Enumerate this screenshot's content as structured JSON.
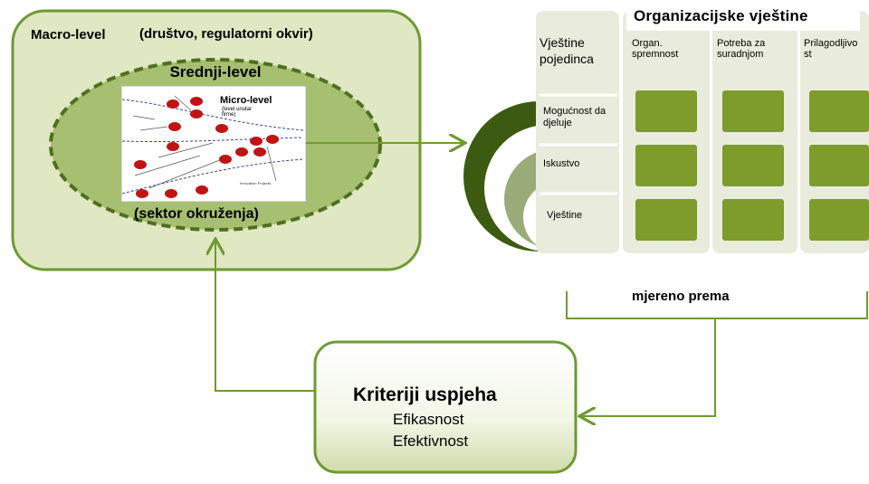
{
  "macro": {
    "title": "Macro-level",
    "subtitle": "(društvo, regulatorni okvir)"
  },
  "middle": {
    "title": "Srednji-level",
    "sector_label": "(sektor okruženja)"
  },
  "micro": {
    "title": "Micro-level",
    "subtitle": "(level unutar firme)",
    "annotation": "Innovation Projects"
  },
  "skills_table": {
    "title": "Organizacijske vještine",
    "corner_label": "Vještine pojedinca",
    "columns": [
      "Organ. spremnost",
      "Potreba za suradnjom",
      "Prilagodljivost"
    ],
    "rows": [
      "Mogućnost da djeluje",
      "Iskustvo",
      "Vještine"
    ]
  },
  "measured_by": "mjereno prema",
  "criteria": {
    "title": "Kriteriji uspjeha",
    "items": [
      "Efikasnost",
      "Efektivnost"
    ]
  },
  "colors": {
    "macro_fill": "#dfe7c3",
    "macro_border": "#6e9a32",
    "middle_fill": "#a7bf70",
    "dashed_border": "#4e7020",
    "cell_fill": "#7d9c2b",
    "arrow": "#6e9a32",
    "dark_circle": "#3c5a10"
  }
}
